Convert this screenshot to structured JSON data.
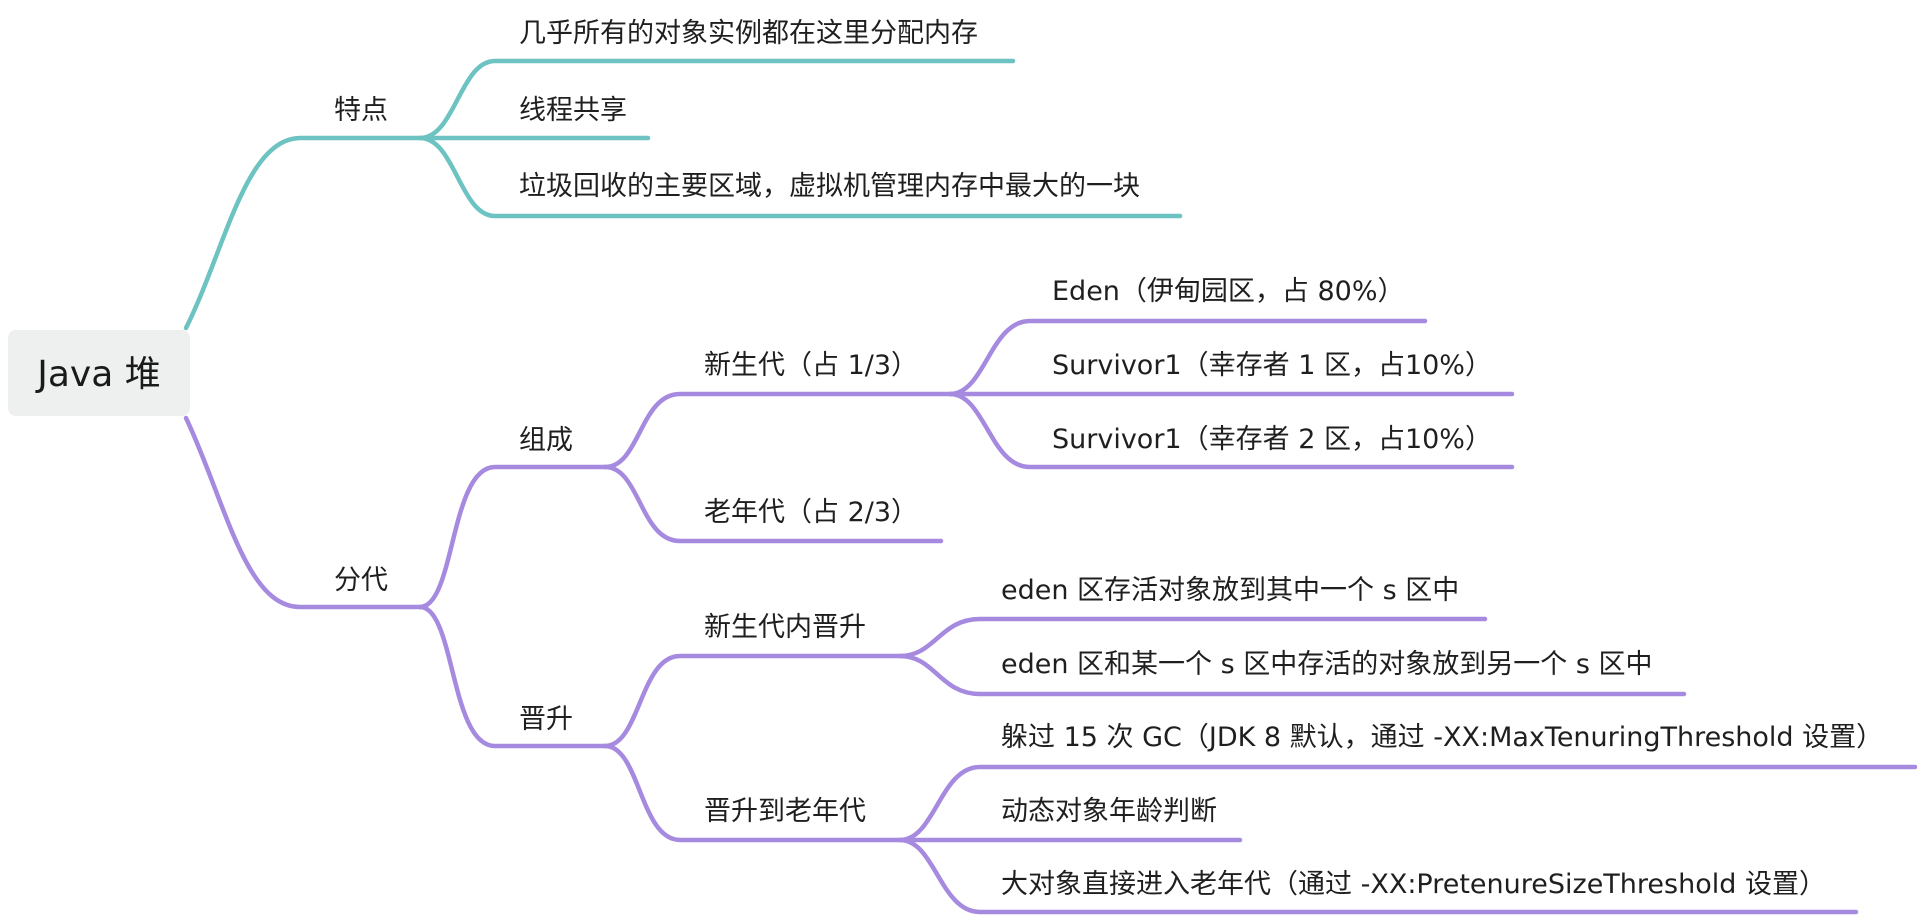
{
  "colors": {
    "teal": "#6cc3c1",
    "purple": "#a58ae0",
    "root_bg": "#eef0ef"
  },
  "root": {
    "label": "Java 堆"
  },
  "features": {
    "label": "特点",
    "items": [
      "几乎所有的对象实例都在这里分配内存",
      "线程共享",
      "垃圾回收的主要区域，虚拟机管理内存中最大的一块"
    ]
  },
  "generations": {
    "label": "分代",
    "composition": {
      "label": "组成",
      "young": {
        "label": "新生代（占 1/3）",
        "items": [
          "Eden（伊甸园区，占 80%）",
          "Survivor1（幸存者 1 区，占10%）",
          "Survivor1（幸存者 2 区，占10%）"
        ]
      },
      "old": {
        "label": "老年代（占 2/3）"
      }
    },
    "promotion": {
      "label": "晋升",
      "within_young": {
        "label": "新生代内晋升",
        "items": [
          "eden 区存活对象放到其中一个 s 区中",
          "eden 区和某一个 s 区中存活的对象放到另一个 s 区中"
        ]
      },
      "to_old": {
        "label": "晋升到老年代",
        "items": [
          "躲过 15 次 GC（JDK 8 默认，通过 -XX:MaxTenuringThreshold 设置）",
          "动态对象年龄判断",
          "大对象直接进入老年代（通过 -XX:PretenureSizeThreshold 设置）"
        ]
      }
    }
  }
}
